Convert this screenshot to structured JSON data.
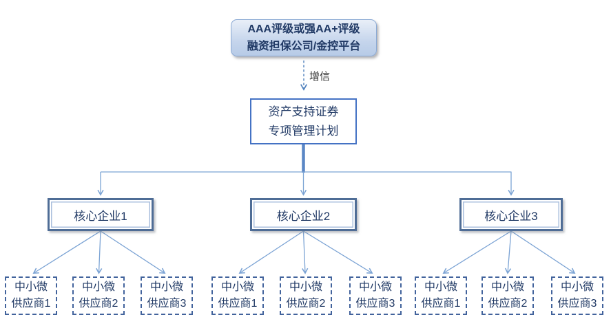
{
  "diagram": {
    "title_semantic": "supply-chain ABS credit-enhancement structure",
    "guarantor": {
      "line1": "AAA评级或强AA+评级",
      "line2": "融资担保公司/金控平台"
    },
    "credit_edge_label": "增信",
    "abs_plan": {
      "line1": "资产支持证券",
      "line2": "专项管理计划"
    },
    "groups": [
      {
        "core": "核心企业1",
        "suppliers": [
          {
            "line1": "中小微",
            "line2": "供应商1"
          },
          {
            "line1": "中小微",
            "line2": "供应商2"
          },
          {
            "line1": "中小微",
            "line2": "供应商3"
          }
        ]
      },
      {
        "core": "核心企业2",
        "suppliers": [
          {
            "line1": "中小微",
            "line2": "供应商1"
          },
          {
            "line1": "中小微",
            "line2": "供应商2"
          },
          {
            "line1": "中小微",
            "line2": "供应商3"
          }
        ]
      },
      {
        "core": "核心企业3",
        "suppliers": [
          {
            "line1": "中小微",
            "line2": "供应商1"
          },
          {
            "line1": "中小微",
            "line2": "供应商2"
          },
          {
            "line1": "中小微",
            "line2": "供应商3"
          }
        ]
      }
    ],
    "colors": {
      "node_text": "#1f3864",
      "connector_line": "#7ba3d4",
      "thick_connector": "#5b87c5",
      "credit_arrow": "#4f81bd",
      "plan_border": "#4472c4",
      "core_border": "#4f6d96",
      "supplier_border": "#42639c",
      "guarantor_fill_top": "#e9eff8",
      "guarantor_fill_bottom": "#b7cbe7",
      "guarantor_border": "#8aa9d4",
      "edge_label_text": "#333333"
    }
  }
}
